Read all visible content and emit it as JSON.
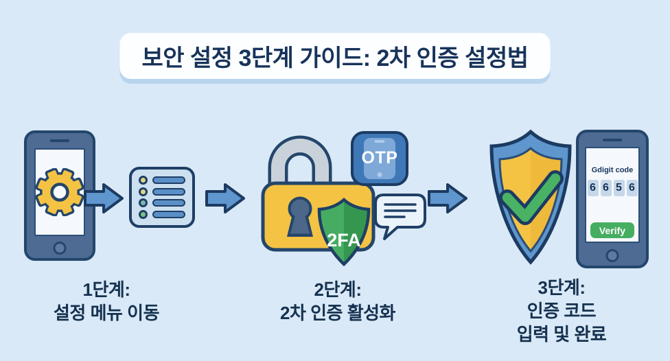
{
  "title": "보안 설정 3단계 가이드: 2차 인증 설정법",
  "colors": {
    "background": "#d9e9f7",
    "outline_navy": "#1f3f66",
    "text_navy": "#15314f",
    "accent_yellow": "#f4c344",
    "accent_green": "#3ba25a",
    "arrow_blue": "#5e96cd",
    "otp_blue": "#3f78b7",
    "verify_green": "#45ae60"
  },
  "icons": [
    "smartphone-icon",
    "settings-gear-icon",
    "arrow-right-icon",
    "menu-list-icon",
    "padlock-icon",
    "2fa-shield-icon",
    "otp-app-icon",
    "sms-bubble-icon",
    "check-shield-icon",
    "code-phone-icon"
  ],
  "steps": [
    {
      "label_lines": [
        "1단계:",
        "설정 메뉴 이동"
      ]
    },
    {
      "label_lines": [
        "2단계:",
        "2차 인증 활성화"
      ],
      "shield_badge": "2FA",
      "otp_badge": "OTP"
    },
    {
      "label_lines": [
        "3단계:",
        "인증 코드",
        "입력 및 완료"
      ],
      "phone": {
        "caption": "Gdigit code",
        "digits": [
          "6",
          "6",
          "5",
          "6"
        ],
        "verify_label": "Verify"
      }
    }
  ]
}
